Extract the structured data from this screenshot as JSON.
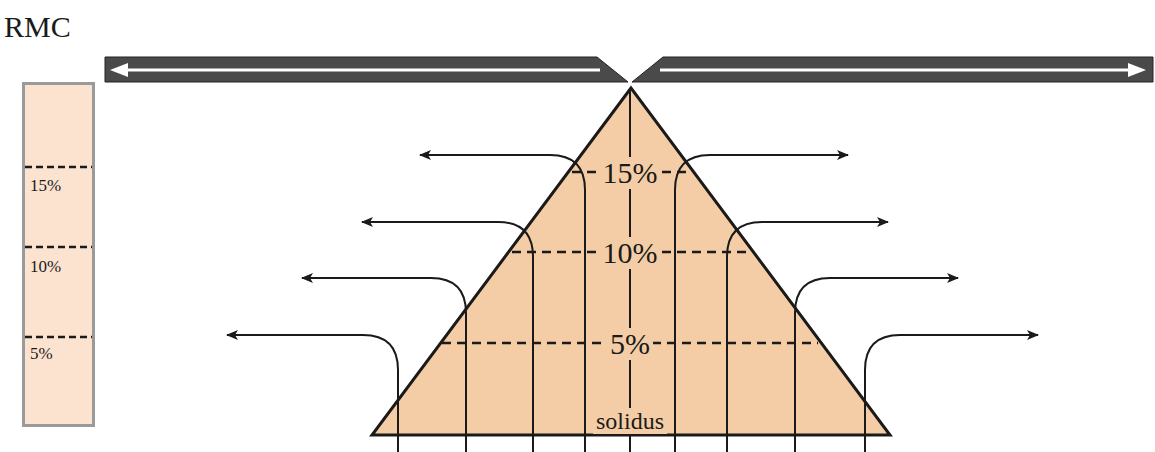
{
  "diagram": {
    "nodes": [
      {
        "text": [
          "RMC",
          "15%",
          "10%",
          "5%"
        ]
      },
      {
        "text": [
          "15%",
          "10%",
          "5%",
          "solidus"
        ]
      }
    ]
  }
}
